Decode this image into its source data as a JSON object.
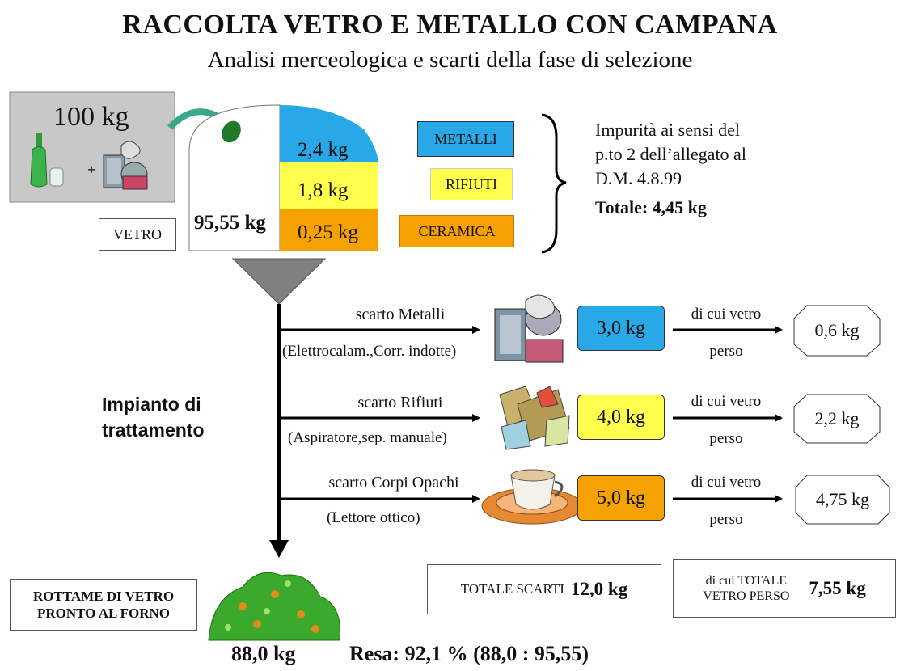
{
  "title": "RACCOLTA VETRO E METALLO CON CAMPANA",
  "subtitle": "Analisi merceologica e scarti della fase di selezione",
  "input_weight": "100 kg",
  "plus_sign": "+",
  "vetro_label": "VETRO",
  "vetro_weight": "95,55 kg",
  "bell": {
    "metalli_weight": "2,4 kg",
    "rifiuti_weight": "1,8 kg",
    "ceramica_weight": "0,25 kg"
  },
  "legend": {
    "metalli": "METALLI",
    "rifiuti": "RIFIUTI",
    "ceramica": "CERAMICA"
  },
  "impurity": {
    "line1": "Impurità ai sensi del",
    "line2": "p.to 2 dell’allegato al",
    "line3": "D.M. 4.8.99",
    "total": "Totale: 4,45 kg"
  },
  "plant_label_1": "Impianto di",
  "plant_label_2": "trattamento",
  "waste": [
    {
      "label": "scarto Metalli",
      "method": "(Elettrocalam.,Corr. indotte)",
      "weight": "3,0 kg",
      "glass_label_top": "di cui vetro",
      "glass_label_bottom": "perso",
      "glass_lost": "0,6 kg"
    },
    {
      "label": "scarto Rifiuti",
      "method": "(Aspiratore,sep. manuale)",
      "weight": "4,0 kg",
      "glass_label_top": "di cui vetro",
      "glass_label_bottom": "perso",
      "glass_lost": "2,2 kg"
    },
    {
      "label": "scarto Corpi Opachi",
      "method": "(Lettore ottico)",
      "weight": "5,0 kg",
      "glass_label_top": "di cui vetro",
      "glass_label_bottom": "perso",
      "glass_lost": "4,75 kg"
    }
  ],
  "totale_scarti_label": "TOTALE SCARTI",
  "totale_scarti_value": "12,0 kg",
  "totale_vetro_label_1": "di cui TOTALE",
  "totale_vetro_label_2": "VETRO PERSO",
  "totale_vetro_value": "7,55 kg",
  "cullet_label_1": "ROTTAME DI VETRO",
  "cullet_label_2": "PRONTO AL FORNO",
  "output_weight": "88,0 kg",
  "yield": "Resa: 92,1 % (88,0 : 95,55)",
  "colors": {
    "metalli": "#29a8e8",
    "rifiuti": "#ffff4d",
    "ceramica": "#f5a100",
    "grey_box": "#c8c8c8",
    "arrow_green": "#3aa88a"
  }
}
